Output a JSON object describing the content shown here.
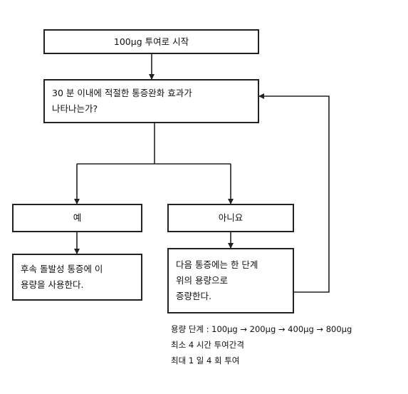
{
  "flowchart": {
    "start": "100μg 투여로 시작",
    "question": {
      "line1": "30 분 이내에 적절한 통증완화 효과가",
      "line2": "나타나는가?"
    },
    "yes": {
      "label": "예",
      "action_line1": "후속 돌발성 통증에 이",
      "action_line2": "용량을 사용한다."
    },
    "no": {
      "label": "아니요",
      "action_line1": "다음 통증에는 한 단계",
      "action_line2": "위의 용량으로",
      "action_line3": "증량한다."
    },
    "notes": {
      "dose_steps": "용량 단계 : 100μg → 200μg → 400μg → 800μg",
      "min_interval": "최소 4 시간 투여간격",
      "max_doses": "최대 1 일 4 회 투여"
    }
  },
  "colors": {
    "line": "#222222",
    "background": "#ffffff"
  }
}
